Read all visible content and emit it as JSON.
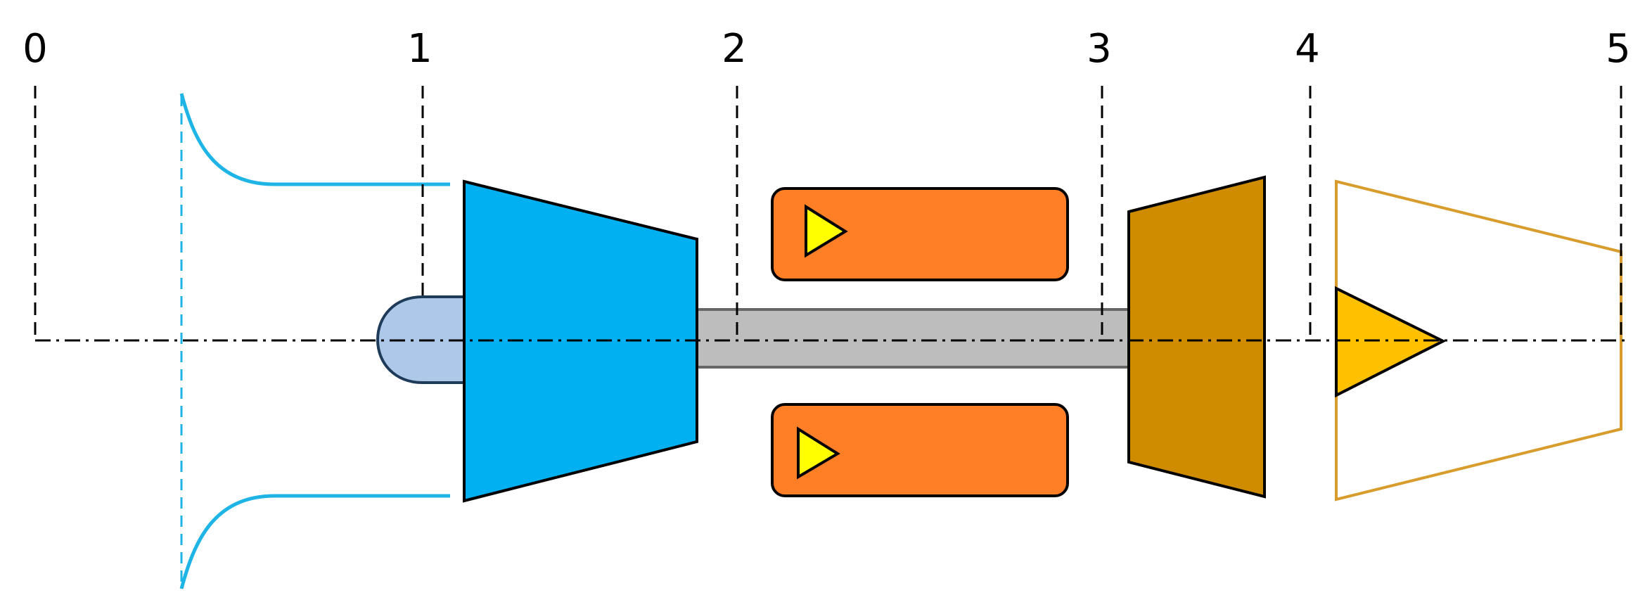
{
  "stations": [
    {
      "id": "0",
      "label": "0"
    },
    {
      "id": "1",
      "label": "1"
    },
    {
      "id": "2",
      "label": "2"
    },
    {
      "id": "3",
      "label": "3"
    },
    {
      "id": "4",
      "label": "4"
    },
    {
      "id": "5",
      "label": "5"
    }
  ],
  "colors": {
    "inlet": "#1fb4e6",
    "spinner_fill": "#aec8ea",
    "spinner_stroke": "#1f3b5a",
    "compressor": "#00b0f0",
    "shaft": "#bdbdbd",
    "combustor": "#ff7f27",
    "flame": "#ffff00",
    "turbine": "#d08c00",
    "nozzle": "#d89c2c",
    "exhaust_flame": "#ffc000",
    "stroke": "#000000"
  },
  "icons": {
    "inlet": "inlet-intake-icon",
    "compressor": "compressor-icon",
    "combustor": "combustor-icon",
    "turbine": "turbine-icon",
    "nozzle": "nozzle-icon"
  }
}
